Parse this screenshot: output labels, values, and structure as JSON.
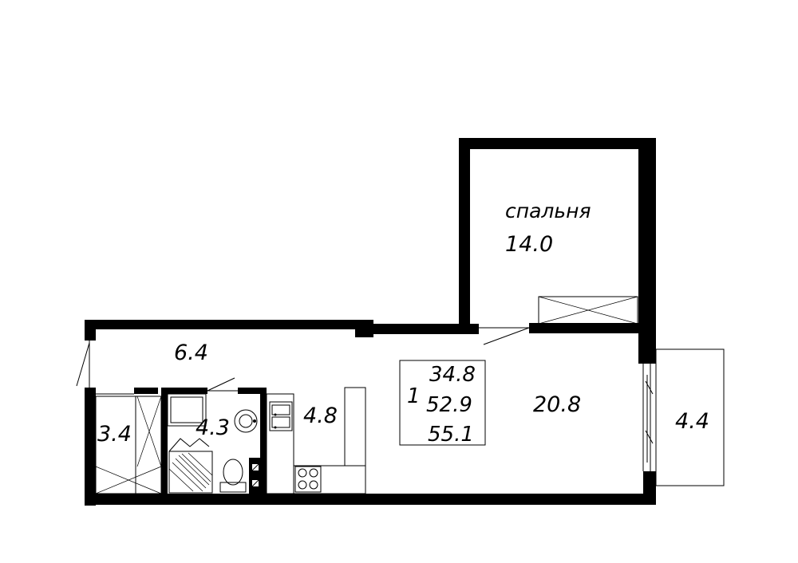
{
  "plan": {
    "bedroom": {
      "name": "спальня",
      "area": "14.0"
    },
    "hall_area": "6.4",
    "wardrobe_area": "3.4",
    "bathroom_area": "4.3",
    "kitchen_area": "4.8",
    "living_area": "20.8",
    "balcony_area": "4.4",
    "summary": {
      "rooms": "1",
      "living": "34.8",
      "total": "52.9",
      "total_with_balcony": "55.1"
    }
  }
}
